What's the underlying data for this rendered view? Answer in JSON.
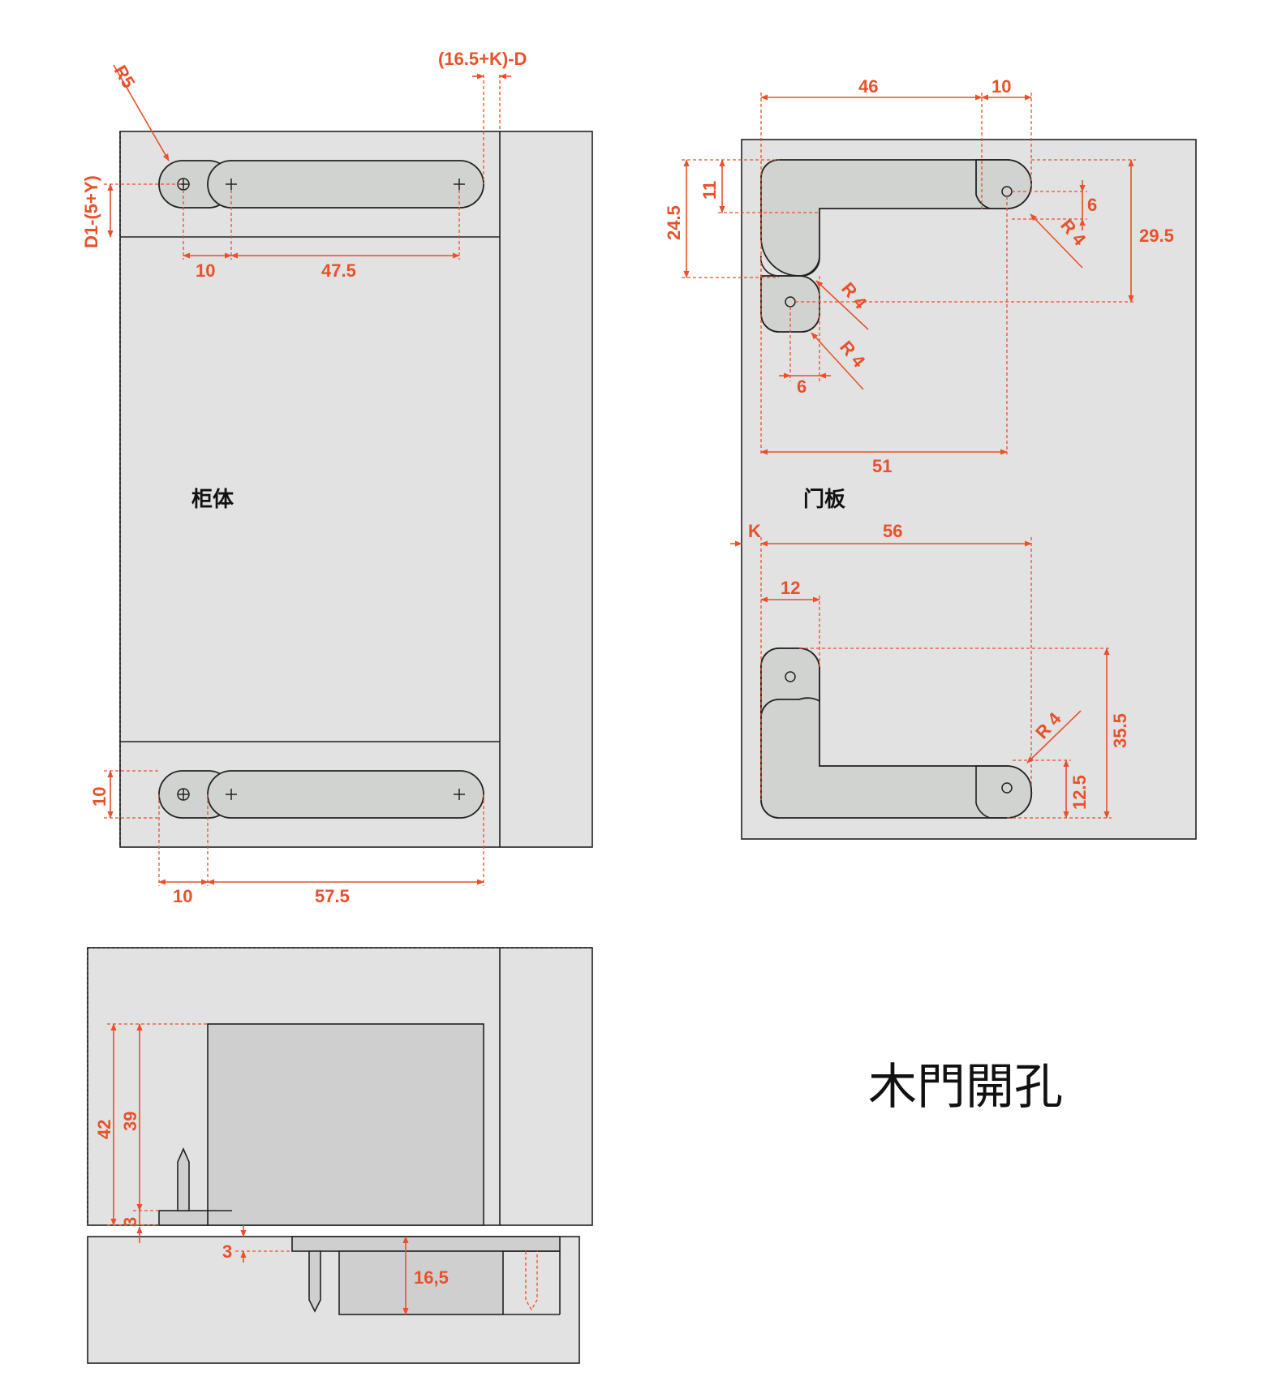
{
  "title": "木門開孔",
  "labels": {
    "cabinet": "柜体",
    "door": "门板"
  },
  "dimensions": {
    "cab_r5": "R5",
    "cab_top_offset": "(16.5+K)-D",
    "cab_side_offset": "D1-(5+Y)",
    "cab_top_10": "10",
    "cab_top_47_5": "47.5",
    "cab_bot_10_v": "10",
    "cab_bot_10": "10",
    "cab_bot_57_5": "57.5",
    "door_46": "46",
    "door_10": "10",
    "door_11": "11",
    "door_24_5": "24.5",
    "door_6a": "6",
    "door_29_5": "29.5",
    "door_r4a": "R 4",
    "door_r4b": "R 4",
    "door_r4c": "R 4",
    "door_6b": "6",
    "door_51": "51",
    "door_k": "K",
    "door_56": "56",
    "door_12": "12",
    "door_35_5": "35.5",
    "door_r4d": "R 4",
    "door_12_5": "12.5",
    "sec_42": "42",
    "sec_39": "39",
    "sec_3a": "3",
    "sec_3b": "3",
    "sec_16_5": "16,5"
  },
  "colors": {
    "dimension": "#e8512a",
    "panel": "#e2e2e2",
    "part": "#d0d3d0"
  }
}
